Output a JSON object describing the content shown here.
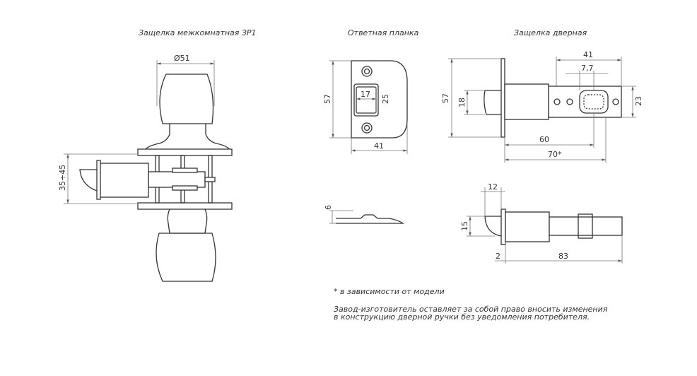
{
  "titles": {
    "interior_latch": "Защелка межкомнатная ЗР1",
    "strike_plate": "Ответная планка",
    "door_latch": "Защелка дверная"
  },
  "dimensions": {
    "knob_diameter": "Ø51",
    "backset_range": "35÷45",
    "plate_height": "57",
    "plate_width": "41",
    "plate_hole_width": "17",
    "plate_hole_height": "25",
    "plate_thickness": "6",
    "latch_41": "41",
    "latch_7_7": "7,7",
    "latch_57": "57",
    "latch_18": "18",
    "latch_23": "23",
    "latch_60": "60",
    "latch_70": "70*",
    "bolt_12": "12",
    "bolt_15": "15",
    "bolt_2": "2",
    "bolt_83": "83"
  },
  "notes": {
    "footnote": "* в зависимости от модели",
    "disclaimer_line1": "Завод-изготовитель оставляет за собой право вносить изменения",
    "disclaimer_line2": "в конструкцию дверной ручки без уведомления потребителя."
  }
}
